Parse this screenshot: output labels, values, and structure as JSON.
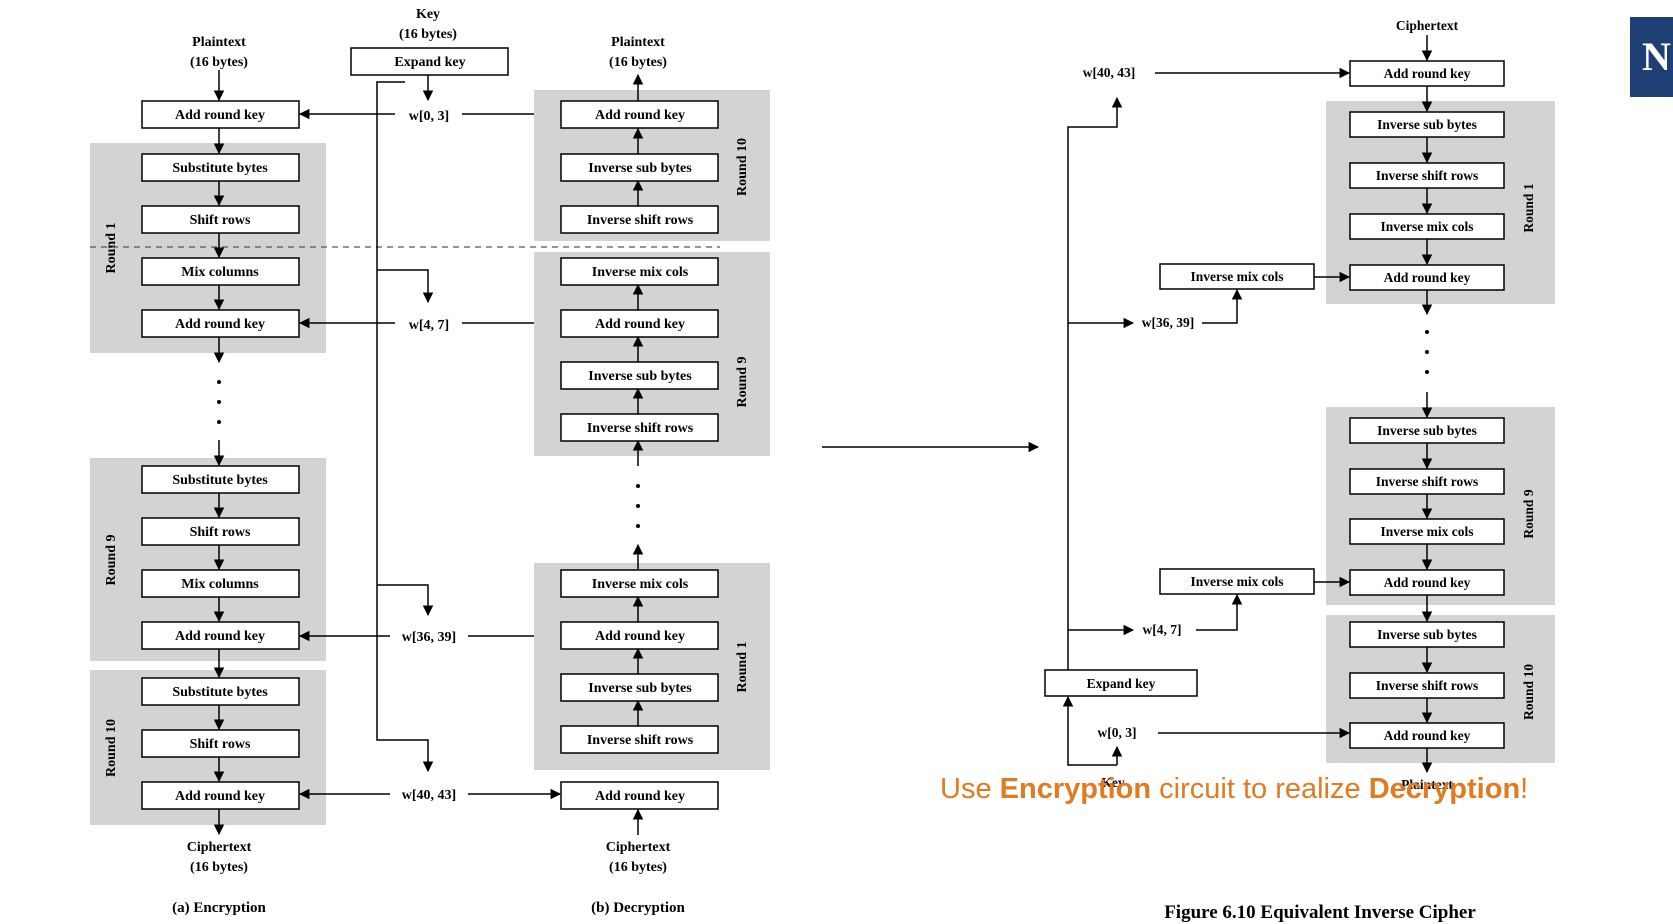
{
  "encryption": {
    "plaintext": "Plaintext",
    "plaintext_size": "(16 bytes)",
    "ciphertext": "Ciphertext",
    "ciphertext_size": "(16 bytes)",
    "caption": "(a) Encryption",
    "add_round_key": "Add round key",
    "substitute_bytes": "Substitute bytes",
    "shift_rows": "Shift rows",
    "mix_columns": "Mix columns",
    "round1": "Round 1",
    "round9": "Round 9",
    "round10": "Round 10"
  },
  "key_schedule": {
    "key": "Key",
    "key_size": "(16 bytes)",
    "expand_key": "Expand key",
    "w0": "w[0, 3]",
    "w1": "w[4, 7]",
    "w9": "w[36, 39]",
    "w10": "w[40, 43]"
  },
  "decryption": {
    "plaintext": "Plaintext",
    "plaintext_size": "(16 bytes)",
    "ciphertext": "Ciphertext",
    "ciphertext_size": "(16 bytes)",
    "caption": "(b) Decryption",
    "add_round_key": "Add round key",
    "inv_sub_bytes": "Inverse sub bytes",
    "inv_shift_rows": "Inverse shift rows",
    "inv_mix_cols": "Inverse mix cols",
    "round10": "Round 10",
    "round9": "Round 9",
    "round1": "Round 1"
  },
  "equivalent": {
    "ciphertext": "Ciphertext",
    "plaintext": "Plaintext",
    "key": "Key",
    "expand_key": "Expand key",
    "add_round_key": "Add round key",
    "inv_sub_bytes": "Inverse sub bytes",
    "inv_shift_rows": "Inverse shift rows",
    "inv_mix_cols": "Inverse mix cols",
    "w10": "w[40, 43]",
    "w9": "w[36, 39]",
    "w1": "w[4, 7]",
    "w0": "w[0, 3]",
    "round1": "Round 1",
    "round9": "Round 9",
    "round10": "Round 10",
    "caption": "Figure 6.10  Equivalent Inverse Cipher"
  },
  "banner": {
    "p1": "Use ",
    "b1": "Encryption",
    "p2": " circuit to realize ",
    "b2": "Decryption",
    "p3": "!"
  },
  "logo": {
    "letter": "N"
  },
  "colors": {
    "region": "#d3d3d3",
    "banner": "#e07b22",
    "logo_bg": "#1e3f73"
  }
}
